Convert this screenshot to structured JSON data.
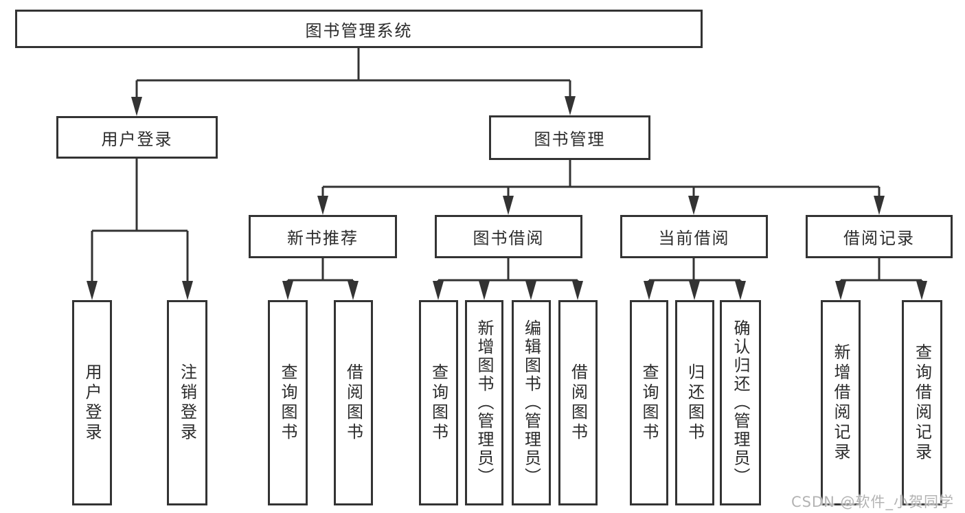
{
  "diagram": {
    "title": "图书管理系统",
    "branches": [
      {
        "label": "用户登录",
        "children": [
          {
            "label": "用户登录"
          },
          {
            "label": "注销登录"
          }
        ]
      },
      {
        "label": "图书管理",
        "children": [
          {
            "label": "新书推荐",
            "children": [
              {
                "label": "查询图书"
              },
              {
                "label": "借阅图书"
              }
            ]
          },
          {
            "label": "图书借阅",
            "children": [
              {
                "label": "查询图书"
              },
              {
                "label": "新增图书（管理员）"
              },
              {
                "label": "编辑图书（管理员）"
              },
              {
                "label": "借阅图书"
              }
            ]
          },
          {
            "label": "当前借阅",
            "children": [
              {
                "label": "查询图书"
              },
              {
                "label": "归还图书"
              },
              {
                "label": "确认归还（管理员）"
              }
            ]
          },
          {
            "label": "借阅记录",
            "children": [
              {
                "label": "新增借阅记录"
              },
              {
                "label": "查询借阅记录"
              }
            ]
          }
        ]
      }
    ]
  },
  "watermark": {
    "text": "CSDN @软件_小贺同学"
  },
  "colors": {
    "line": "#333333",
    "text": "#2b2b2b",
    "watermark": "#b3b3b3",
    "background": "#ffffff"
  }
}
